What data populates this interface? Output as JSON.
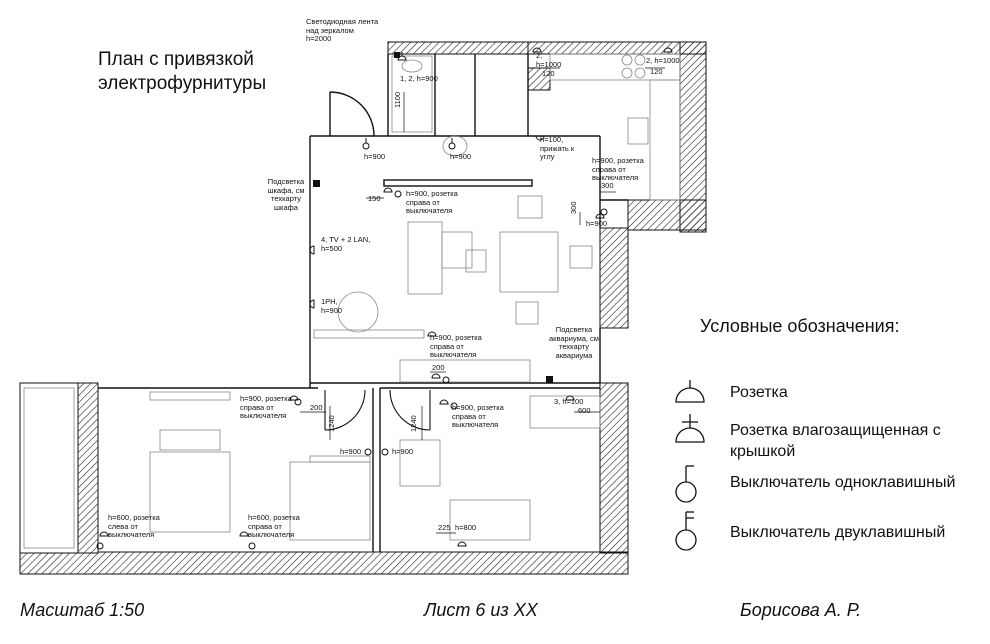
{
  "title": {
    "line1": "План с привязкой",
    "line2": "электрофурнитуры"
  },
  "legend": {
    "title": "Условные обозначения:",
    "items": [
      {
        "icon": "socket-icon",
        "label": "Розетка"
      },
      {
        "icon": "waterproof-socket-icon",
        "label": "Розетка влагозащищенная с крышкой"
      },
      {
        "icon": "single-switch-icon",
        "label": "Выключатель одноклавишный"
      },
      {
        "icon": "double-switch-icon",
        "label": "Выключатель двуклавишный"
      }
    ]
  },
  "footer": {
    "scale": "Масштаб 1:50",
    "sheet": "Лист 6 из XX",
    "author": "Борисова А. Р."
  },
  "plan": {
    "notes": {
      "led_strip": "Светодиодная лента над зеркалом h=2000",
      "bath_socket": "1, 2, h=900",
      "bath_dim": "1100",
      "kitchen_left": "2, h=1000",
      "kitchen_left_dim": "120",
      "kitchen_right": "2, h=1000",
      "kitchen_right_dim": "120",
      "corner_socket": "h=100, прижать к углу",
      "hall_switch_left": "h=900",
      "hall_switch_right": "h=900",
      "wardrobe_light": "Подсветка шкафа, см техкарту шкафа",
      "hall_socket": "h=900, розетка справа от выключателя",
      "hall_dim": "150",
      "kitchen_switch": "h=900, розетка справа от выключателя",
      "kitchen_dim_300a": "300",
      "kitchen_dim_300b": "300",
      "kitchen_h900": "h=900",
      "tv_socket": "4, TV + 2 LAN, h=500",
      "ph_socket": "1PH, h=900",
      "living_socket": "h=900, розетка справа от выключателя",
      "aquarium": "Подсветка аквариума, см техкарту аквариума",
      "living_dim_200": "200",
      "bedroom_socket_left": "h=900, розетка справа от выключателя",
      "bedroom_dim_200": "200",
      "door_dim_1240a": "1240",
      "door_dim_1240b": "1240",
      "room_socket_right": "h=900, розетка справа от выключателя",
      "switch_left": "h=900",
      "switch_right": "h=900",
      "socket_3": "3, h=100",
      "socket_3_dim": "600",
      "bedroom_h600_left": "h=600, розетка слева от выключателя",
      "bedroom_h600_mid": "h=600, розетка справа от выключателя",
      "dim_225": "225",
      "h800": "h=800"
    }
  }
}
